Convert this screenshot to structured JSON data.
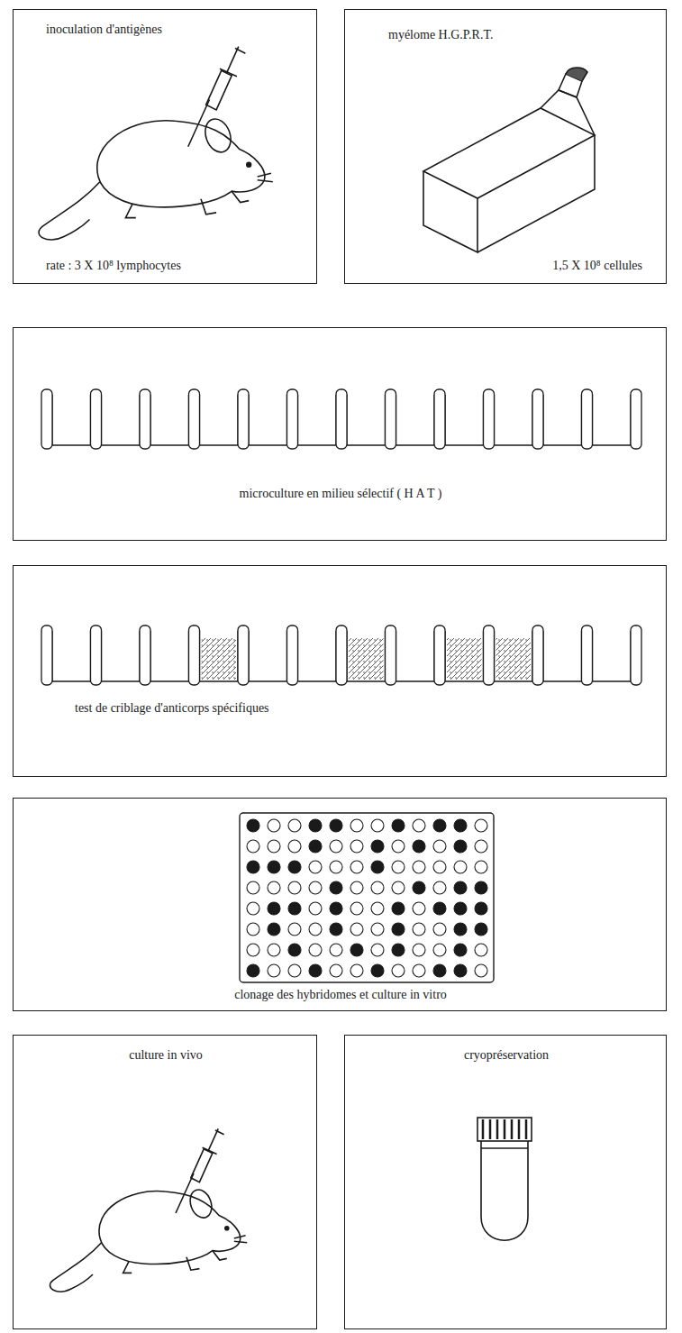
{
  "diagram": {
    "nodes": [
      {
        "text": [
          "inoculation d'antigènes",
          "rate : 3 X 10⁸ lymphocytes"
        ]
      },
      {
        "text": [
          "myélome H.G.P.R.T.",
          "1,5 X 10⁸ cellules"
        ]
      },
      {
        "text": [
          "microculture en milieu sélectif ( H A T )"
        ]
      },
      {
        "text": [
          "test de criblage d'anticorps spécifiques"
        ]
      },
      {
        "text": [
          "clonage des hybridomes et culture in vitro"
        ]
      },
      {
        "text": [
          "culture in vivo"
        ]
      },
      {
        "text": [
          "cryopréservation"
        ]
      }
    ]
  }
}
